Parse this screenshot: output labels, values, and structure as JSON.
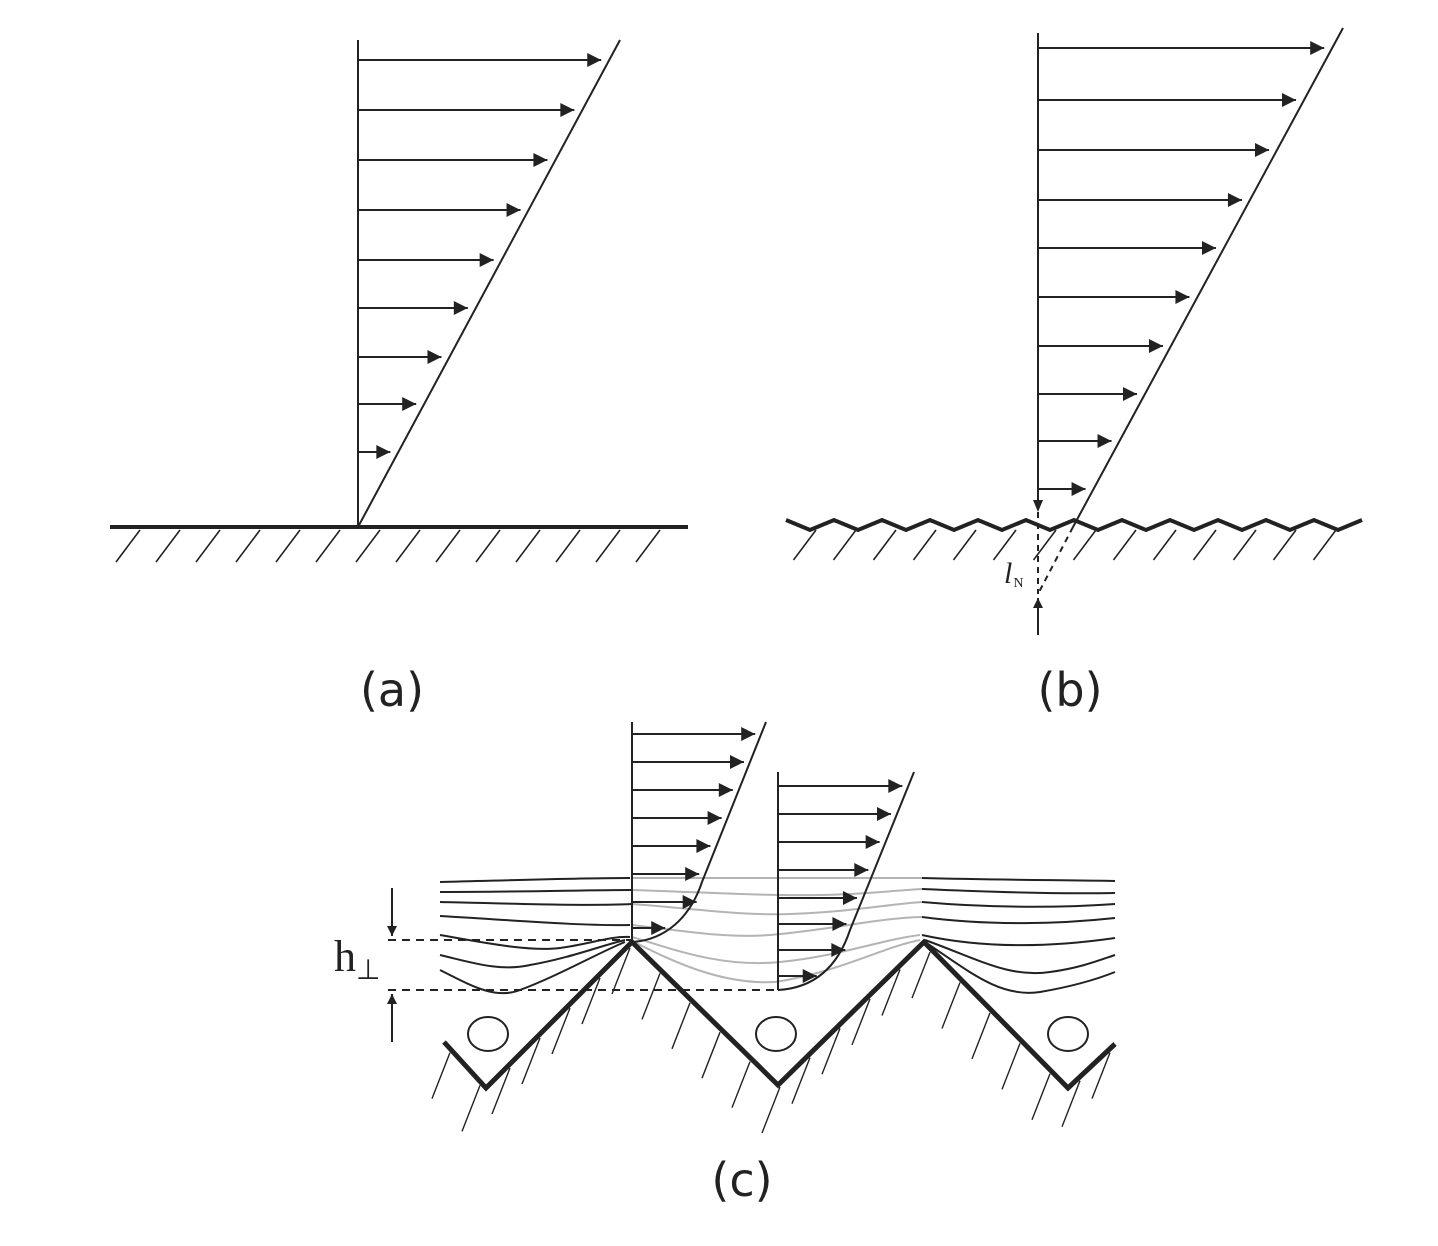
{
  "panels": [
    {
      "id": "a",
      "label": "(a)"
    },
    {
      "id": "b",
      "label": "(b)"
    },
    {
      "id": "c",
      "label": "(c)"
    }
  ],
  "symbols": {
    "slip_length": {
      "main": "l",
      "sub": "N"
    },
    "roughness_height": {
      "main": "h",
      "sub": "⊥"
    }
  },
  "colors": {
    "ink": "#222222",
    "faded_streamline": "#b4b4b4",
    "background": "#ffffff"
  }
}
